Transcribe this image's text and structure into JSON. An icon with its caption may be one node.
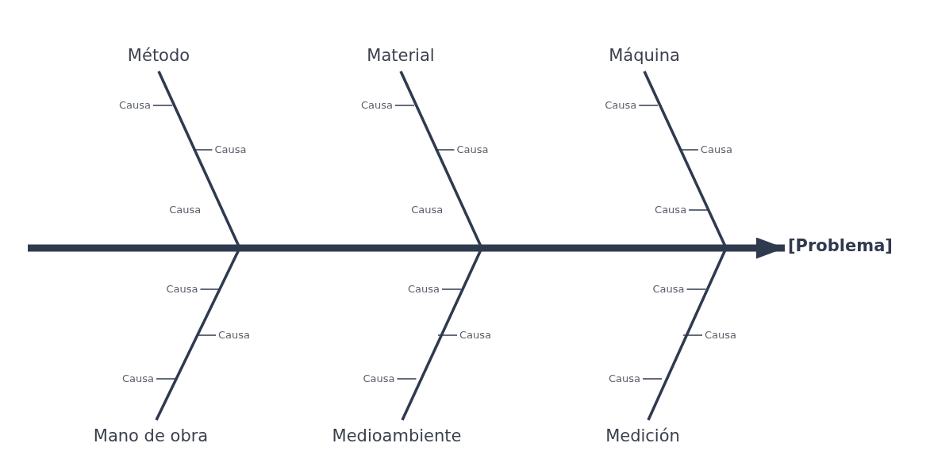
{
  "diagram": {
    "nodes": [
      {
        "text": [
          "Método"
        ]
      },
      {
        "text": [
          "Material"
        ]
      },
      {
        "text": [
          "Máquina"
        ]
      },
      {
        "text": [
          "[Problema]"
        ]
      },
      {
        "text": [
          "Mano de obra"
        ]
      },
      {
        "text": [
          "Medioambiente"
        ]
      },
      {
        "text": [
          "Medición"
        ]
      }
    ],
    "edges": [
      {
        "from": null,
        "to": 3,
        "arrow": "to",
        "style": "thick"
      },
      {
        "from": 0,
        "to": null,
        "arrow": "none"
      },
      {
        "from": 1,
        "to": null,
        "arrow": "none"
      },
      {
        "from": 2,
        "to": null,
        "arrow": "none"
      },
      {
        "from": 4,
        "to": null,
        "arrow": "none"
      },
      {
        "from": 5,
        "to": null,
        "arrow": "none"
      },
      {
        "from": 6,
        "to": null,
        "arrow": "none"
      }
    ],
    "labels": [
      "Causa",
      "Causa",
      "Causa",
      "Causa",
      "Causa",
      "Causa",
      "Causa",
      "Causa",
      "Causa",
      "Causa",
      "Causa",
      "Causa",
      "Causa",
      "Causa",
      "Causa",
      "Causa",
      "Causa",
      "Causa"
    ]
  }
}
